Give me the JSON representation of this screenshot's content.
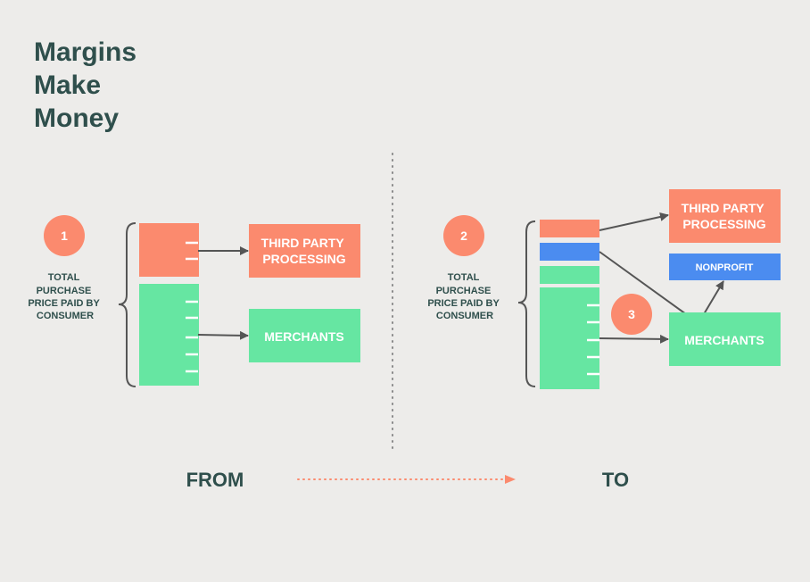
{
  "title": {
    "lines": [
      "Margins",
      "Make",
      "Money"
    ]
  },
  "colors": {
    "background": "#edecea",
    "title": "#2f4f4c",
    "coral": "#fb8a6e",
    "green": "#66e6a2",
    "blue": "#4b8cf0",
    "text_dark": "#2f4f4c",
    "arrow": "#555555"
  },
  "left": {
    "step": "1",
    "description": [
      "TOTAL",
      "PURCHASE",
      "PRICE PAID BY",
      "CONSUMER"
    ],
    "targets": {
      "processing": [
        "THIRD PARTY",
        "PROCESSING"
      ],
      "merchants": "MERCHANTS"
    }
  },
  "right": {
    "step": "2",
    "description": [
      "TOTAL",
      "PURCHASE",
      "PRICE PAID BY",
      "CONSUMER"
    ],
    "step3": "3",
    "targets": {
      "processing": [
        "THIRD PARTY",
        "PROCESSING"
      ],
      "nonprofit": "NONPROFIT",
      "merchants": "MERCHANTS"
    }
  },
  "footer": {
    "from": "FROM",
    "to": "TO"
  }
}
